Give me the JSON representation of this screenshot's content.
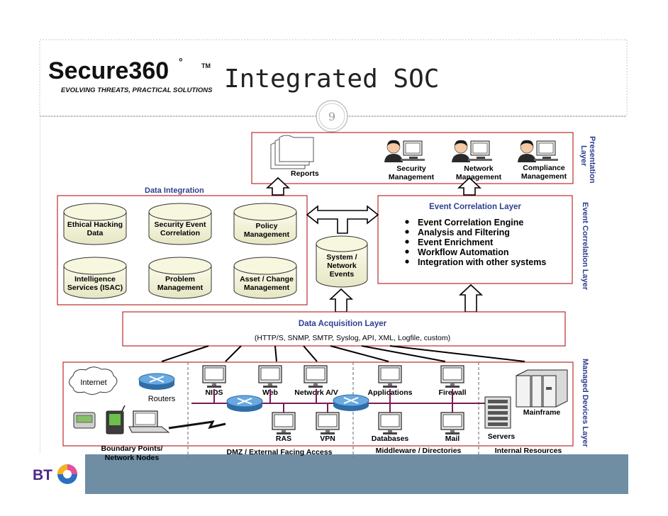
{
  "header": {
    "logo_text": "Secure360",
    "logo_degree": "°",
    "logo_tm": "TM",
    "tagline": "EVOLVING THREATS, PRACTICAL SOLUTIONS",
    "title": "Integrated SOC",
    "page_number": "9"
  },
  "footer": {
    "brand": "BT"
  },
  "presentation": {
    "reports": "Reports",
    "security": [
      "Security",
      "Management"
    ],
    "network": [
      "Network",
      "Management"
    ],
    "compliance": [
      "Compliance",
      "Management"
    ]
  },
  "data_integration": {
    "title": "Data Integration",
    "cylinders": [
      [
        "Ethical Hacking",
        "Data"
      ],
      [
        "Security Event",
        "Correlation"
      ],
      [
        "Policy",
        "Management"
      ],
      [
        "Intelligence",
        "Services (ISAC)"
      ],
      [
        "Problem",
        "Management"
      ],
      [
        "Asset / Change",
        "Management"
      ]
    ]
  },
  "system_events": [
    "System /",
    "Network",
    "Events"
  ],
  "event_correlation": {
    "title": "Event Correlation Layer",
    "items": [
      "Event Correlation Engine",
      "Analysis and Filtering",
      "Event Enrichment",
      "Workflow Automation",
      "Integration with other systems"
    ]
  },
  "data_acquisition": {
    "title": "Data Acquisition Layer",
    "protocols": "(HTTP/S, SNMP, SMTP, Syslog, API, XML, Logfile, custom)"
  },
  "devices": {
    "internet": "Internet",
    "routers": "Routers",
    "nids": "NIDS",
    "web": "Web",
    "network_av": "Network A/V",
    "applications": "Applications",
    "firewall": "Firewall",
    "mainframe": "Mainframe",
    "ras": "RAS",
    "vpn": "VPN",
    "databases": "Databases",
    "mail": "Mail",
    "servers": "Servers"
  },
  "zones": {
    "boundary": [
      "Boundary Points/",
      "Network Nodes"
    ],
    "dmz": "DMZ / External Facing  Access",
    "middleware": "Middleware / Directories",
    "internal": "Internal Resources"
  },
  "side_labels": {
    "presentation": [
      "Presentation",
      "Layer"
    ],
    "event_correlation": "Event Correlation Layer",
    "managed_devices": "Managed Devices Layer"
  }
}
